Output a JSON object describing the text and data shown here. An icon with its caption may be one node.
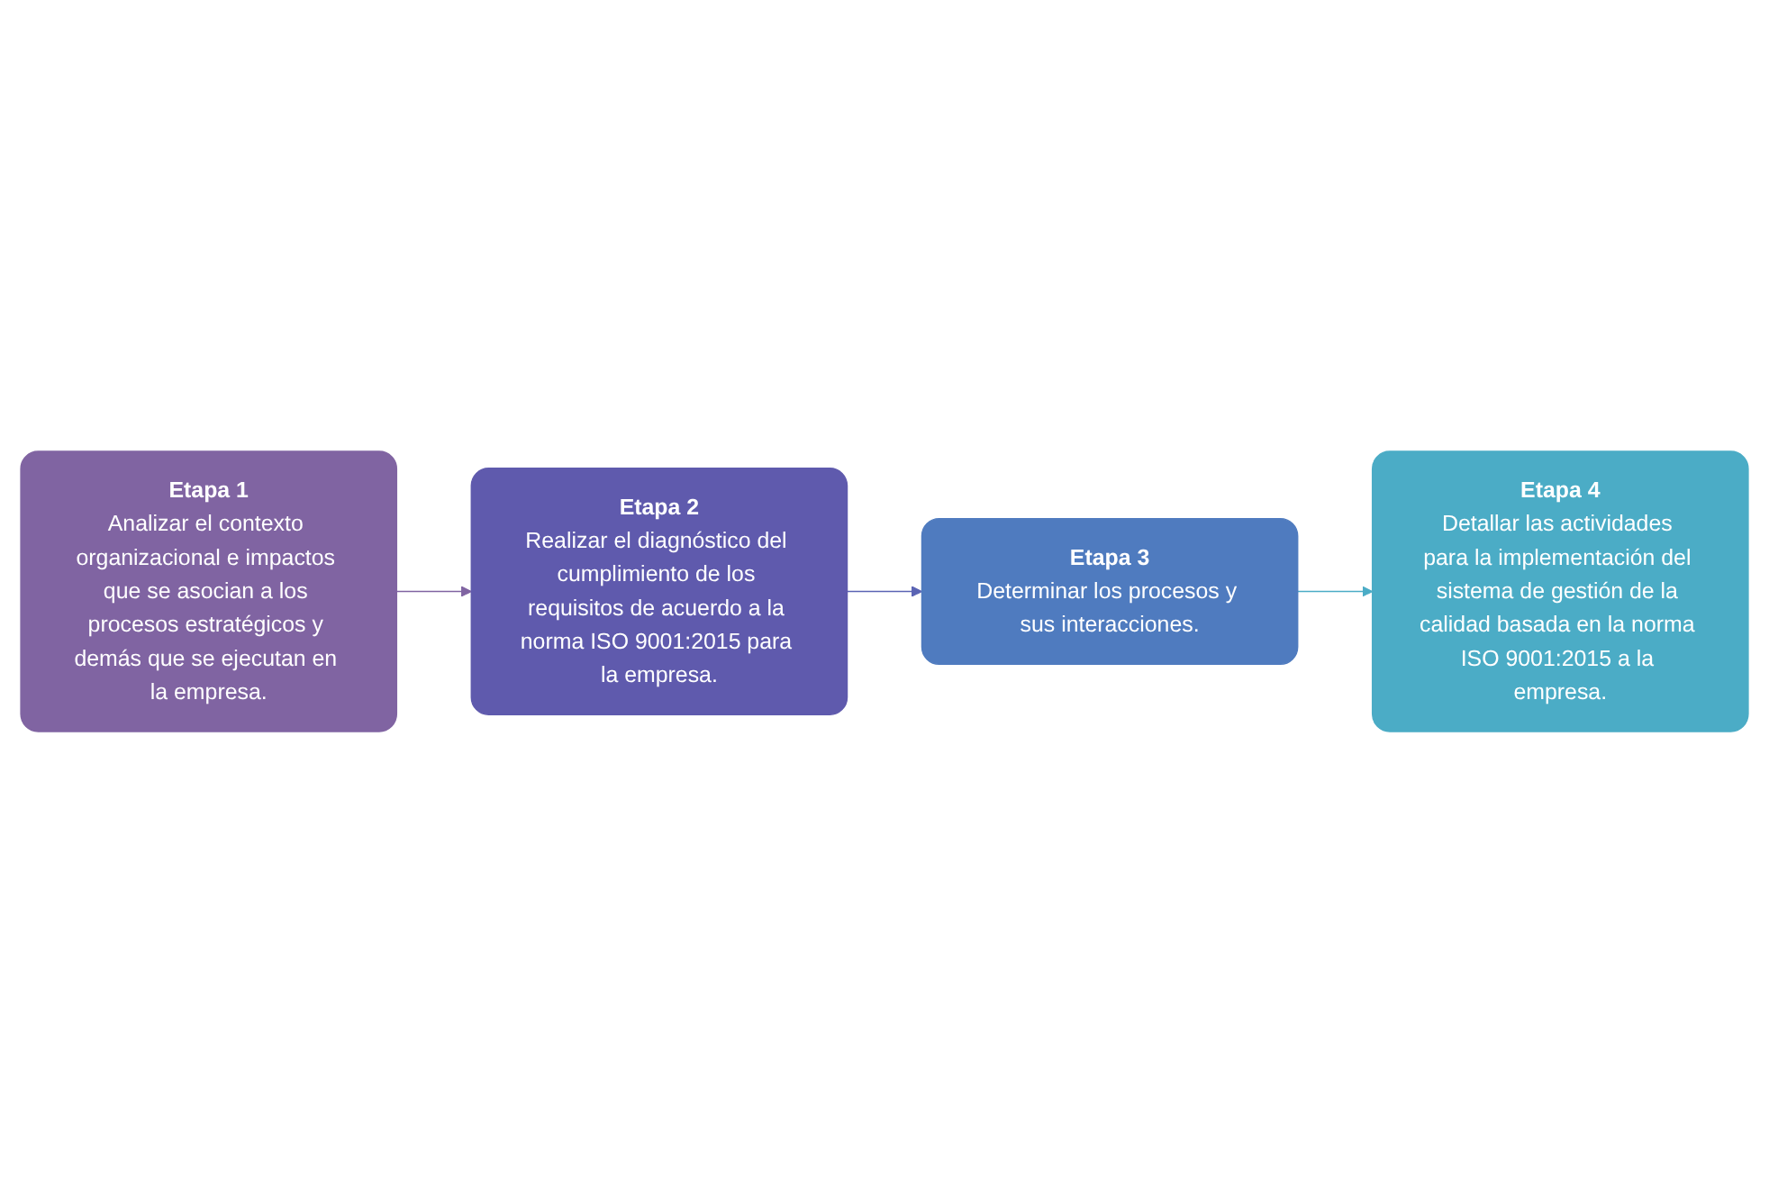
{
  "diagram": {
    "nodes": [
      {
        "text": [
          "Etapa 1",
          "Analizar el contexto organizacional e impactos que se asocian a los procesos estratégicos y demás que se ejecutan en la empresa."
        ]
      },
      {
        "text": [
          "Etapa 2",
          "Realizar el diagnóstico del cumplimiento de los requisitos de acuerdo a la norma ISO 9001:2015 para la empresa."
        ]
      },
      {
        "text": [
          "Etapa 3",
          "Determinar los procesos y sus interacciones."
        ]
      },
      {
        "text": [
          "Etapa 4",
          "Detallar las actividades para la implementación del sistema de gestión de la calidad basada en la norma ISO 9001:2015 a la empresa."
        ]
      }
    ],
    "edges": [
      {
        "from": 0,
        "to": 1,
        "arrow": "to",
        "color": "#8064a2"
      },
      {
        "from": 1,
        "to": 2,
        "arrow": "to",
        "color": "#5b64b4"
      },
      {
        "from": 2,
        "to": 3,
        "arrow": "to",
        "color": "#4bacc6"
      }
    ]
  }
}
